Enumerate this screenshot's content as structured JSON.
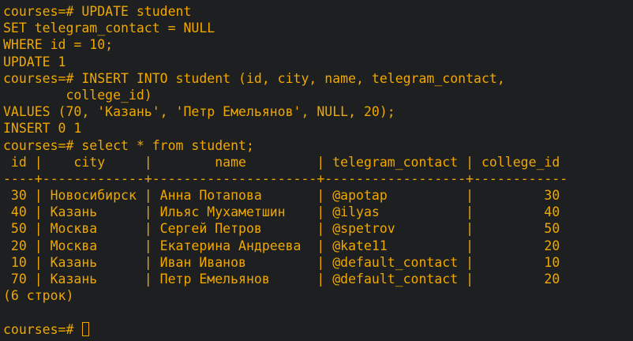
{
  "terminal": {
    "lines": [
      "courses=# UPDATE student",
      "SET telegram_contact = NULL",
      "WHERE id = 10;",
      "UPDATE 1",
      "courses=# INSERT INTO student (id, city, name, telegram_contact,",
      "        college_id)",
      "VALUES (70, 'Казань', 'Петр Емельянов', NULL, 20);",
      "INSERT 0 1",
      "courses=# select * from student;",
      " id |    city     |        name         | telegram_contact | college_id",
      "----+-------------+---------------------+------------------+------------",
      " 30 | Новосибирск | Анна Потапова       | @apotap          |         30",
      " 40 | Казань      | Ильяс Мухаметшин    | @ilyas           |         40",
      " 50 | Москва      | Сергей Петров       | @spetrov         |         50",
      " 20 | Москва      | Екатерина Андреева  | @kate11          |         20",
      " 10 | Казань      | Иван Иванов         | @default_contact |         10",
      " 70 | Казань      | Петр Емельянов      | @default_contact |         20",
      "(6 строк)",
      ""
    ],
    "prompt": "courses=# "
  },
  "colors": {
    "background": "#1d1f21",
    "text": "#f0a800"
  }
}
